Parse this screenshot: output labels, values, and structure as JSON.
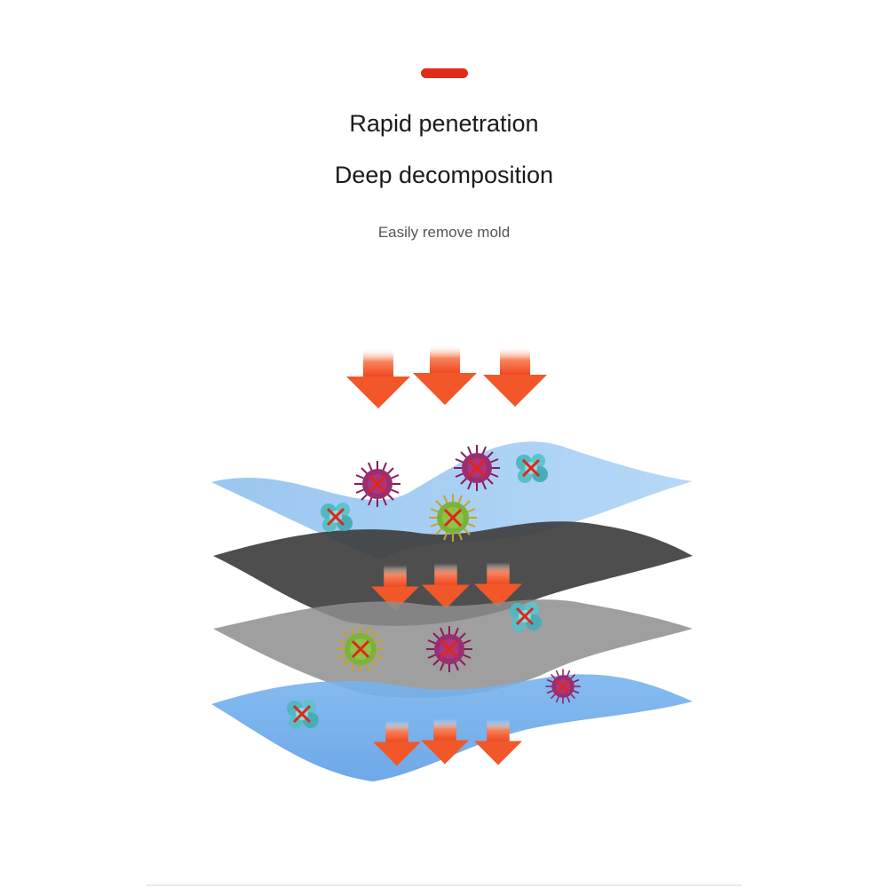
{
  "header": {
    "accent_color": "#e02a1c",
    "title_line_1": "Rapid penetration",
    "title_line_2": "Deep decomposition",
    "subtitle": "Easily remove mold"
  },
  "illustration": {
    "layers": [
      "light-blue-top",
      "dark-gray",
      "mid-gray",
      "blue-bottom"
    ],
    "arrow_color": "#f25a2a",
    "icons": [
      "virus-icon",
      "bacteria-icon",
      "mold-spore-icon"
    ],
    "crossed_out": true
  }
}
